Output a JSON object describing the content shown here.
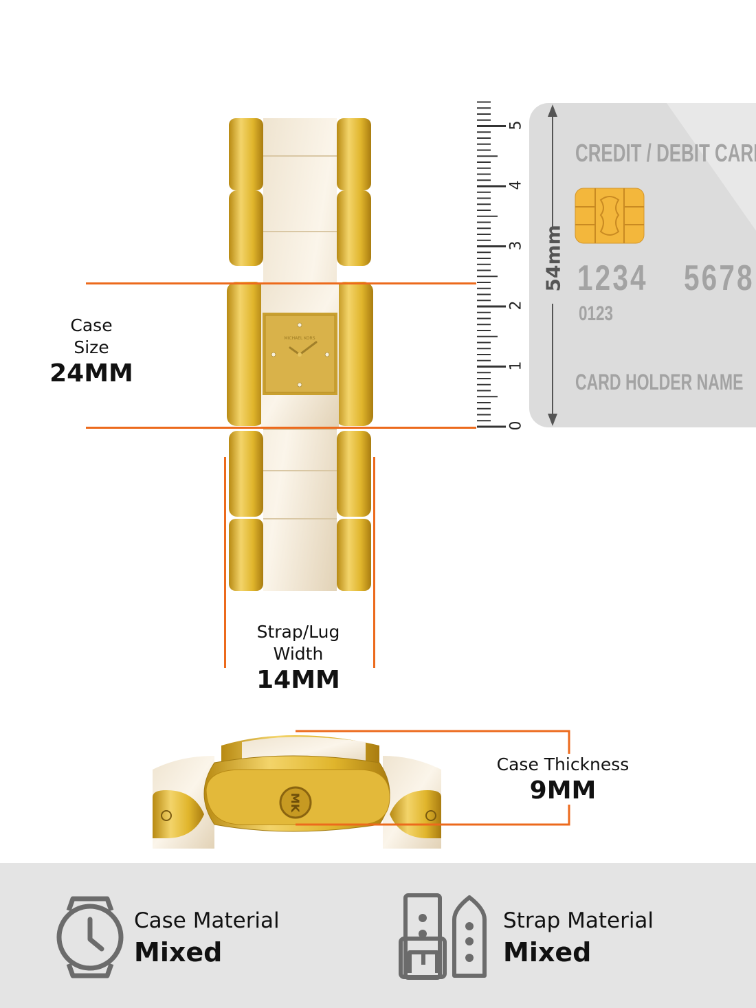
{
  "case_size": {
    "label_line1": "Case",
    "label_line2": "Size",
    "value": "24MM"
  },
  "strap_width": {
    "label_line1": "Strap/Lug",
    "label_line2": "Width",
    "value": "14MM"
  },
  "case_thickness": {
    "label": "Case Thickness",
    "value": "9MM"
  },
  "ruler": {
    "labels": [
      "0",
      "1",
      "2",
      "3",
      "4",
      "5"
    ],
    "unit_label": "54mm"
  },
  "card": {
    "title": "CREDIT / DEBIT CARD",
    "number_group1": "1234",
    "number_group2": "5678",
    "small_number": "0123",
    "holder": "CARD HOLDER NAME"
  },
  "watch": {
    "brand": "MICHAEL KORS",
    "caseback_logo": "MK"
  },
  "materials": {
    "case": {
      "title": "Case Material",
      "value": "Mixed",
      "icon": "watch-icon"
    },
    "strap": {
      "title": "Strap Material",
      "value": "Mixed",
      "icon": "strap-icon"
    }
  },
  "colors": {
    "accent": "#ec6a1c",
    "gold": "#e0b52c",
    "card": "#dcdcdc",
    "band": "#e4e4e4"
  }
}
